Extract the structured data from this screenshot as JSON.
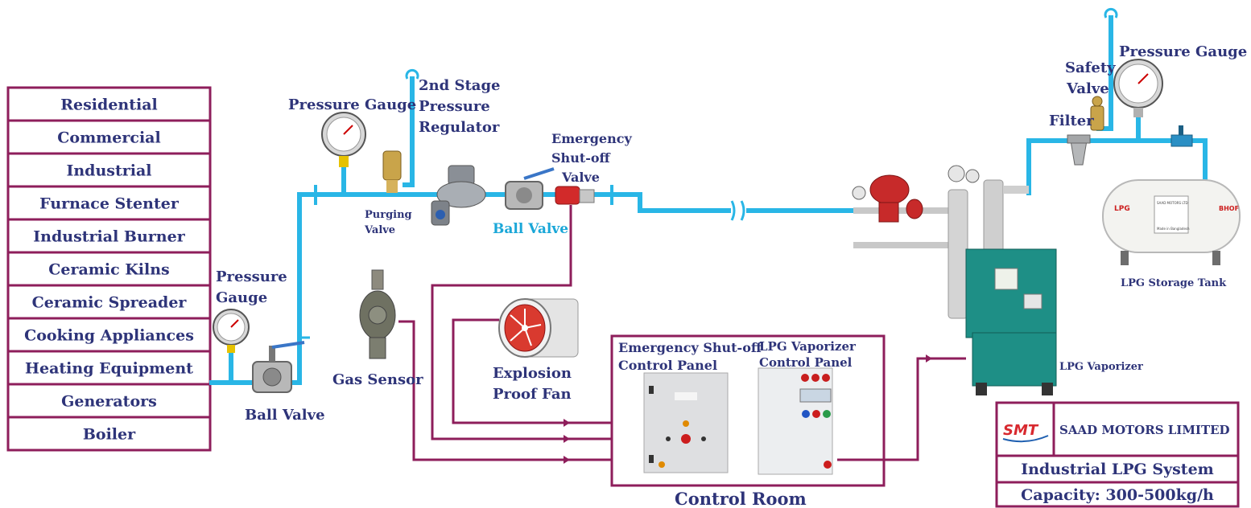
{
  "applications": [
    "Residential",
    "Commercial",
    "Industrial",
    "Furnace Stenter",
    "Industrial Burner",
    "Ceramic Kilns",
    "Ceramic Spreader",
    "Cooking Appliances",
    "Heating Equipment",
    "Generators",
    "Boiler"
  ],
  "labels": {
    "pressure_gauge_left": [
      "Pressure",
      "Gauge"
    ],
    "ball_valve_left": "Ball Valve",
    "pressure_gauge_mid": "Pressure Gauge",
    "regulator": [
      "2nd Stage",
      "Pressure",
      "Regulator"
    ],
    "purging_valve": [
      "Purging",
      "Valve"
    ],
    "ball_valve_mid": "Ball Valve",
    "esv": [
      "Emergency",
      "Shut-off",
      "Valve"
    ],
    "gas_sensor": "Gas Sensor",
    "fan": [
      "Explosion",
      "Proof Fan"
    ],
    "esv_panel": [
      "Emergency Shut-off",
      "Control Panel"
    ],
    "vap_panel": [
      "LPG Vaporizer",
      "Control Panel"
    ],
    "control_room": "Control Room",
    "vaporizer": "LPG Vaporizer",
    "filter": "Filter",
    "safety_valve": [
      "Safety",
      "Valve"
    ],
    "pressure_gauge_right": "Pressure Gauge",
    "storage_tank": "LPG Storage Tank",
    "tank_badge_left": "LPG",
    "tank_badge_right": "BHOF",
    "tank_plate_title": "SAAD MOTORS LTD",
    "tank_plate_made": "Made in Bangladesh"
  },
  "company": {
    "logo": "SMT",
    "name": "SAAD MOTORS LIMITED",
    "system": "Industrial LPG System",
    "capacity": "Capacity: 300-500kg/h"
  },
  "colors": {
    "pipe": "#29b6e6",
    "wire": "#8e1e5b",
    "text": "#2e3479",
    "vaporizer": "#1e8f86"
  }
}
